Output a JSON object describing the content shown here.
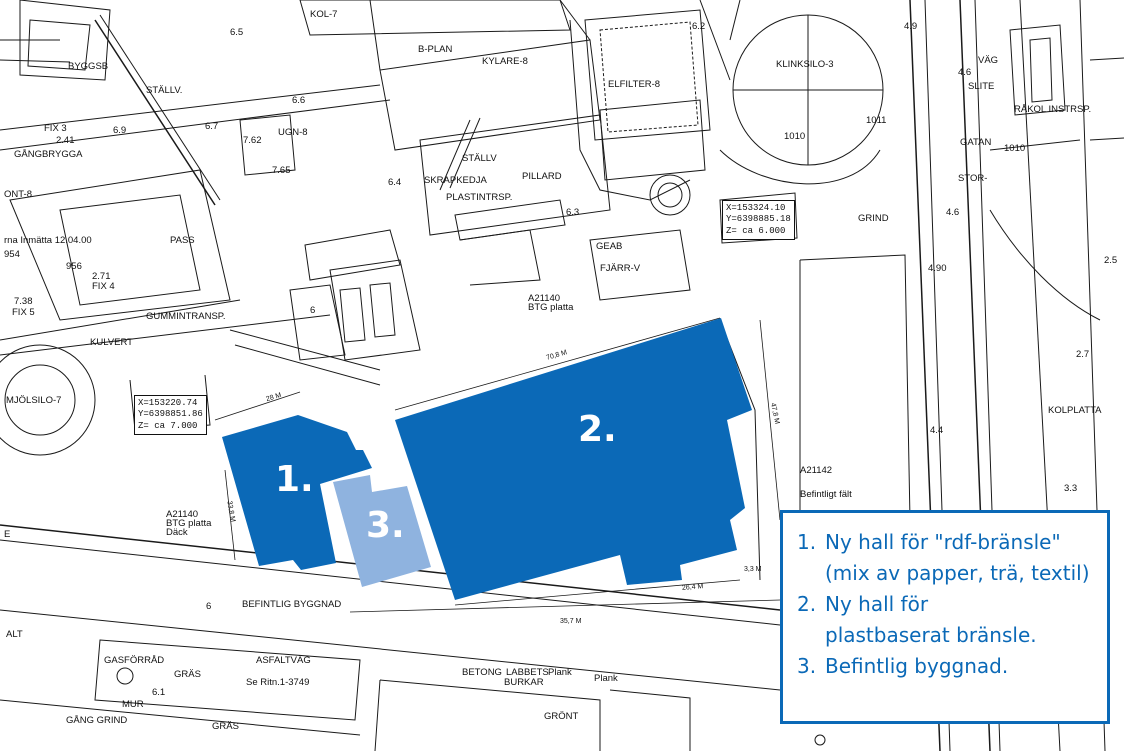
{
  "map": {
    "labels": [
      {
        "id": "kol7",
        "text": "KOL-7"
      },
      {
        "id": "d65a",
        "text": "6.5"
      },
      {
        "id": "bplan",
        "text": "B-PLAN"
      },
      {
        "id": "kylare",
        "text": "KYLARE-8"
      },
      {
        "id": "elfilter",
        "text": "ELFILTER-8"
      },
      {
        "id": "d62",
        "text": "6.2"
      },
      {
        "id": "klinksilo",
        "text": "KLINKSILO-3"
      },
      {
        "id": "d49",
        "text": "4.9"
      },
      {
        "id": "vag",
        "text": "VÄG"
      },
      {
        "id": "slite",
        "text": "SLITE"
      },
      {
        "id": "d46a",
        "text": "4.6"
      },
      {
        "id": "rakol",
        "text": "RÅKOL INSTRSP."
      },
      {
        "id": "gatan",
        "text": "GATAN"
      },
      {
        "id": "stor",
        "text": "STOR-"
      },
      {
        "id": "stallv1",
        "text": "STÄLLV."
      },
      {
        "id": "byggsb",
        "text": "BYGGSB"
      },
      {
        "id": "d66",
        "text": "6.6"
      },
      {
        "id": "d67",
        "text": "6.7"
      },
      {
        "id": "fix3",
        "text": "FIX 3"
      },
      {
        "id": "d241",
        "text": "2.41"
      },
      {
        "id": "gangbrygga",
        "text": "GÅNGBRYGGA"
      },
      {
        "id": "d69",
        "text": "6.9"
      },
      {
        "id": "ugn",
        "text": "UGN-8"
      },
      {
        "id": "d762",
        "text": "7.62"
      },
      {
        "id": "d765",
        "text": "7.65"
      },
      {
        "id": "stallv2",
        "text": "STÄLLV"
      },
      {
        "id": "pillard",
        "text": "PILLARD"
      },
      {
        "id": "skrapkedja",
        "text": "SKRAPKEDJA"
      },
      {
        "id": "plastintrsp",
        "text": "PLASTINTRSP."
      },
      {
        "id": "d64",
        "text": "6.4"
      },
      {
        "id": "d63",
        "text": "6.3"
      },
      {
        "id": "d1010",
        "text": "1010"
      },
      {
        "id": "d1011",
        "text": "1011"
      },
      {
        "id": "d1010b",
        "text": "1010"
      },
      {
        "id": "ont8",
        "text": "ONT-8"
      },
      {
        "id": "pass",
        "text": "PASS"
      },
      {
        "id": "inmatta",
        "text": "rna Inmätta 12.04.00"
      },
      {
        "id": "d954",
        "text": "954"
      },
      {
        "id": "d956",
        "text": "956"
      },
      {
        "id": "d271",
        "text": "2.71"
      },
      {
        "id": "fix4",
        "text": "FIX 4"
      },
      {
        "id": "d738",
        "text": "7.38"
      },
      {
        "id": "fix5",
        "text": "FIX 5"
      },
      {
        "id": "gummi",
        "text": "GUMMINTRANSP."
      },
      {
        "id": "d6a",
        "text": "6"
      },
      {
        "id": "kulvert",
        "text": "KULVERT"
      },
      {
        "id": "mjolsilo",
        "text": "MJÖLSILO-7"
      },
      {
        "id": "geab",
        "text": "GEAB"
      },
      {
        "id": "fjarr",
        "text": "FJÄRR-V"
      },
      {
        "id": "a21140a",
        "text": "A21140"
      },
      {
        "id": "btg1",
        "text": "BTG platta"
      },
      {
        "id": "grind",
        "text": "GRIND"
      },
      {
        "id": "d46b",
        "text": "4.6"
      },
      {
        "id": "d490",
        "text": "4.90"
      },
      {
        "id": "d25",
        "text": "2.5"
      },
      {
        "id": "d27",
        "text": "2.7"
      },
      {
        "id": "kolplatta",
        "text": "KOLPLATTA"
      },
      {
        "id": "d44",
        "text": "4.4"
      },
      {
        "id": "d33",
        "text": "3.3"
      },
      {
        "id": "a21142",
        "text": "A21142"
      },
      {
        "id": "befintligfalt",
        "text": "Befintligt fält"
      },
      {
        "id": "a21140b",
        "text": "A21140"
      },
      {
        "id": "btg2",
        "text": "BTG platta"
      },
      {
        "id": "dack",
        "text": "Däck"
      },
      {
        "id": "d6b",
        "text": "6"
      },
      {
        "id": "befbygg",
        "text": "BEFINTLIG BYGGNAD"
      },
      {
        "id": "alt",
        "text": "ALT"
      },
      {
        "id": "gasforrad",
        "text": "GASFÖRRÅD"
      },
      {
        "id": "asfaltvag",
        "text": "ASFALTVÄG"
      },
      {
        "id": "gras1",
        "text": "GRÄS"
      },
      {
        "id": "seritn",
        "text": "Se Ritn.1-3749"
      },
      {
        "id": "d61",
        "text": "6.1"
      },
      {
        "id": "mur",
        "text": "MUR"
      },
      {
        "id": "gangrind",
        "text": "GÅNG GRIND"
      },
      {
        "id": "gras2",
        "text": "GRÄS"
      },
      {
        "id": "betong",
        "text": "BETONG"
      },
      {
        "id": "labbets",
        "text": "LABBETS"
      },
      {
        "id": "burkar",
        "text": "BURKAR"
      },
      {
        "id": "plank1",
        "text": "Plank"
      },
      {
        "id": "plank2",
        "text": "Plank"
      },
      {
        "id": "gront",
        "text": "GRÖNT"
      },
      {
        "id": "e",
        "text": "E"
      },
      {
        "id": "d708",
        "text": "70,8 M"
      },
      {
        "id": "d28",
        "text": "28 M"
      },
      {
        "id": "d338",
        "text": "33,8 M"
      },
      {
        "id": "d478",
        "text": "47,8 M"
      },
      {
        "id": "d264",
        "text": "26,4 M"
      },
      {
        "id": "d357",
        "text": "35,7 M"
      },
      {
        "id": "d33m",
        "text": "3,3 M"
      }
    ],
    "coord_boxes": [
      {
        "id": "cb1",
        "lines": [
          "X=153324.10",
          "Y=6398885.18",
          "Z=     ca 6.000"
        ]
      },
      {
        "id": "cb2",
        "lines": [
          "X=153220.74",
          "Y=6398851.86",
          "Z=     ca 7.000"
        ]
      }
    ],
    "areas": [
      {
        "id": "area1",
        "label": "1.",
        "color": "#0b69b7"
      },
      {
        "id": "area2",
        "label": "2.",
        "color": "#0b69b7"
      },
      {
        "id": "area3",
        "label": "3.",
        "color": "#8fb3df"
      }
    ]
  },
  "legend": {
    "border_color": "#0b69b7",
    "items": [
      {
        "num": "1.",
        "text": "Ny hall för \"rdf-bränsle\"\n(mix av papper, trä, textil)"
      },
      {
        "num": "2.",
        "text": "Ny hall för\nplastbaserat bränsle."
      },
      {
        "num": "3.",
        "text": "Befintlig byggnad."
      }
    ]
  }
}
